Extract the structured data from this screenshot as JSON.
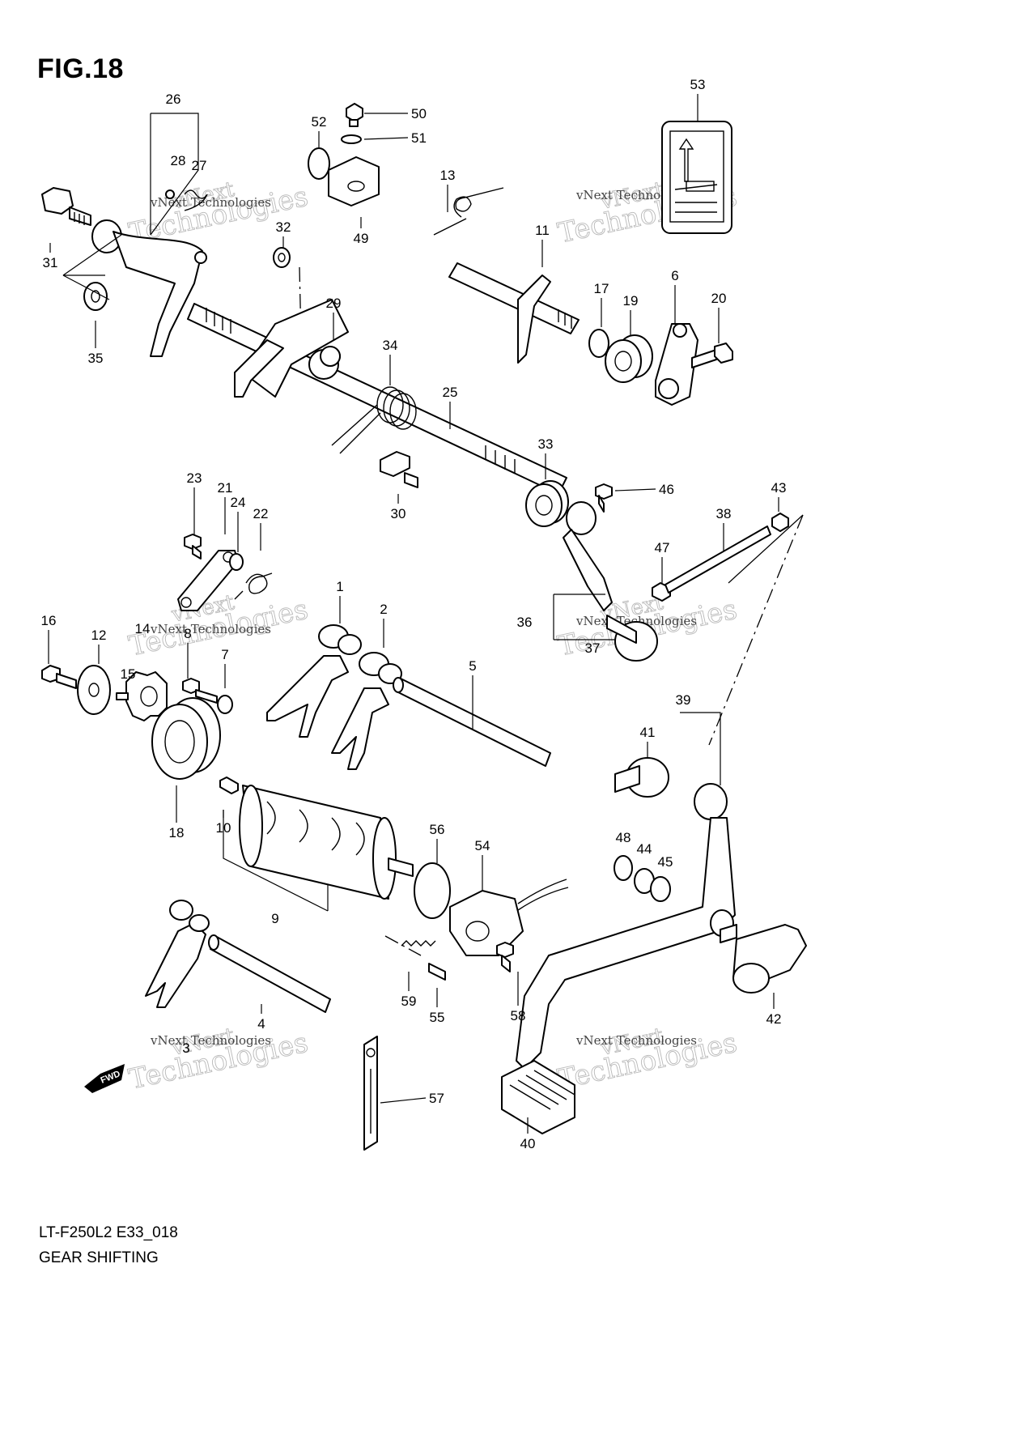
{
  "figure": {
    "title": "FIG.18",
    "code": "LT-F250L2 E33_018",
    "name": "GEAR SHIFTING"
  },
  "watermark": {
    "line1": "vNext",
    "line2": "Technologies",
    "small": "vNext Technologies"
  },
  "fwd_label": "FWD",
  "callouts": [
    "1",
    "2",
    "3",
    "4",
    "5",
    "6",
    "7",
    "8",
    "9",
    "10",
    "11",
    "12",
    "13",
    "14",
    "15",
    "16",
    "17",
    "18",
    "19",
    "20",
    "21",
    "22",
    "23",
    "24",
    "25",
    "26",
    "27",
    "28",
    "29",
    "30",
    "31",
    "32",
    "33",
    "34",
    "35",
    "36",
    "37",
    "38",
    "39",
    "40",
    "41",
    "42",
    "43",
    "44",
    "45",
    "46",
    "47",
    "48",
    "49",
    "50",
    "51",
    "52",
    "53",
    "54",
    "55",
    "56",
    "57",
    "58",
    "59"
  ]
}
